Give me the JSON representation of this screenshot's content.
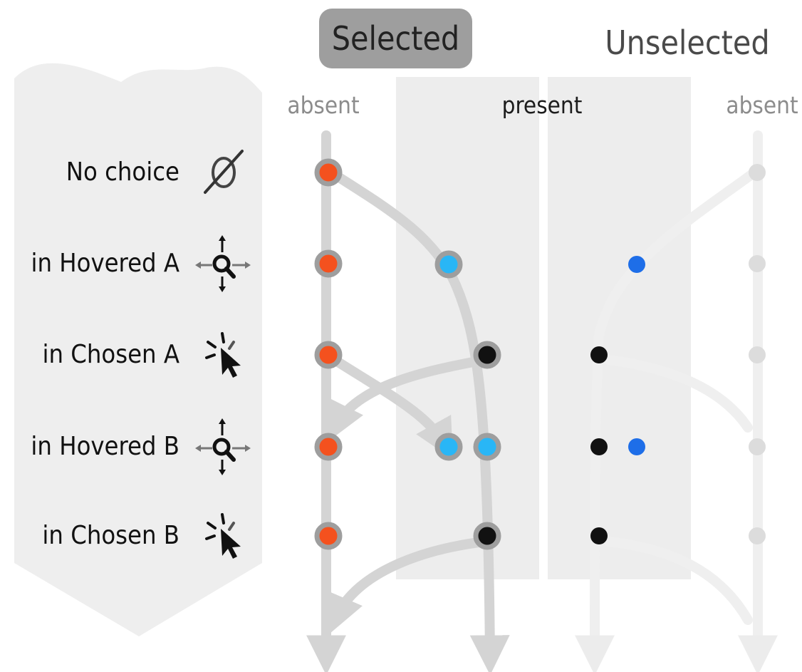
{
  "headers": {
    "selected": "Selected",
    "unselected": "Unselected"
  },
  "columns": {
    "absent_selected": "absent",
    "present": "present",
    "absent_unselected": "absent"
  },
  "rows": [
    {
      "label": "No choice",
      "icon": "empty-set-icon"
    },
    {
      "label": "in Hovered A",
      "icon": "hover-magnifier-icon"
    },
    {
      "label": "in Chosen A",
      "icon": "click-cursor-icon"
    },
    {
      "label": "in Hovered B",
      "icon": "hover-magnifier-icon"
    },
    {
      "label": "in Chosen B",
      "icon": "click-cursor-icon"
    }
  ],
  "colors": {
    "orange": "#f4511e",
    "cyan": "#29b6f6",
    "blue": "#1e6ee8",
    "black": "#111111",
    "unselected_gray": "#dcdcdc",
    "ring_gray": "#9e9e9e",
    "band": "#ececec",
    "arrow": "#d4d4d4",
    "header_box": "#9e9e9e"
  }
}
